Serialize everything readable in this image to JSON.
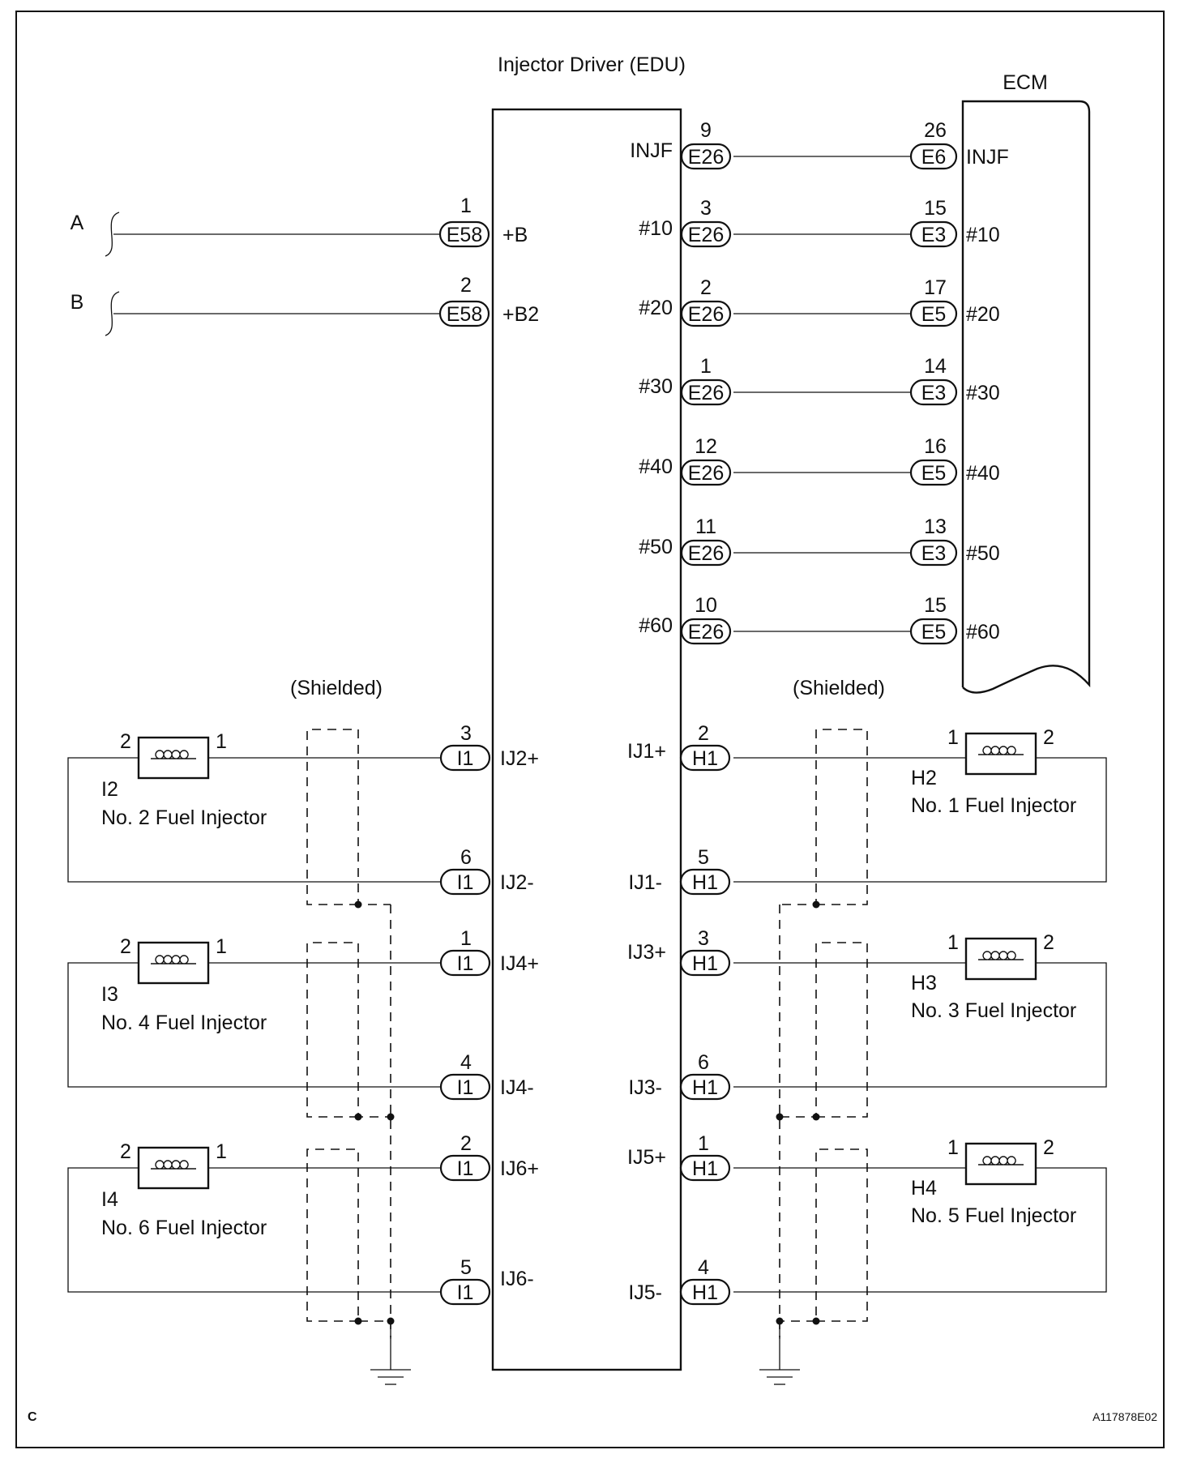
{
  "title": "Injector Driver (EDU)",
  "ecm_label": "ECM",
  "figure_id": "A117878E02",
  "corner_letter": "C",
  "shield_labels": [
    "(Shielded)",
    "(Shielded)"
  ],
  "sources": [
    {
      "name": "A",
      "pin": "1",
      "connector": "E58",
      "terminal": "+B"
    },
    {
      "name": "B",
      "pin": "2",
      "connector": "E58",
      "terminal": "+B2"
    }
  ],
  "edu_ecm_links": [
    {
      "edu_terminal": "INJF",
      "edu_pin": "9",
      "edu_connector": "E26",
      "ecm_pin": "26",
      "ecm_connector": "E6",
      "ecm_terminal": "INJF"
    },
    {
      "edu_terminal": "#10",
      "edu_pin": "3",
      "edu_connector": "E26",
      "ecm_pin": "15",
      "ecm_connector": "E3",
      "ecm_terminal": "#10"
    },
    {
      "edu_terminal": "#20",
      "edu_pin": "2",
      "edu_connector": "E26",
      "ecm_pin": "17",
      "ecm_connector": "E5",
      "ecm_terminal": "#20"
    },
    {
      "edu_terminal": "#30",
      "edu_pin": "1",
      "edu_connector": "E26",
      "ecm_pin": "14",
      "ecm_connector": "E3",
      "ecm_terminal": "#30"
    },
    {
      "edu_terminal": "#40",
      "edu_pin": "12",
      "edu_connector": "E26",
      "ecm_pin": "16",
      "ecm_connector": "E5",
      "ecm_terminal": "#40"
    },
    {
      "edu_terminal": "#50",
      "edu_pin": "11",
      "edu_connector": "E26",
      "ecm_pin": "13",
      "ecm_connector": "E3",
      "ecm_terminal": "#50"
    },
    {
      "edu_terminal": "#60",
      "edu_pin": "10",
      "edu_connector": "E26",
      "ecm_pin": "15",
      "ecm_connector": "E5",
      "ecm_terminal": "#60"
    }
  ],
  "left_injectors": [
    {
      "code": "I2",
      "name": "No. 2 Fuel Injector",
      "coil_pin_outer": "2",
      "coil_pin_inner": "1",
      "plus": {
        "terminal": "IJ2+",
        "pin": "3",
        "connector": "I1"
      },
      "minus": {
        "terminal": "IJ2-",
        "pin": "6",
        "connector": "I1"
      }
    },
    {
      "code": "I3",
      "name": "No. 4 Fuel Injector",
      "coil_pin_outer": "2",
      "coil_pin_inner": "1",
      "plus": {
        "terminal": "IJ4+",
        "pin": "1",
        "connector": "I1"
      },
      "minus": {
        "terminal": "IJ4-",
        "pin": "4",
        "connector": "I1"
      }
    },
    {
      "code": "I4",
      "name": "No. 6 Fuel Injector",
      "coil_pin_outer": "2",
      "coil_pin_inner": "1",
      "plus": {
        "terminal": "IJ6+",
        "pin": "2",
        "connector": "I1"
      },
      "minus": {
        "terminal": "IJ6-",
        "pin": "5",
        "connector": "I1"
      }
    }
  ],
  "right_injectors": [
    {
      "code": "H2",
      "name": "No. 1 Fuel Injector",
      "coil_pin_inner": "1",
      "coil_pin_outer": "2",
      "plus": {
        "terminal": "IJ1+",
        "pin": "2",
        "connector": "H1"
      },
      "minus": {
        "terminal": "IJ1-",
        "pin": "5",
        "connector": "H1"
      }
    },
    {
      "code": "H3",
      "name": "No. 3 Fuel Injector",
      "coil_pin_inner": "1",
      "coil_pin_outer": "2",
      "plus": {
        "terminal": "IJ3+",
        "pin": "3",
        "connector": "H1"
      },
      "minus": {
        "terminal": "IJ3-",
        "pin": "6",
        "connector": "H1"
      }
    },
    {
      "code": "H4",
      "name": "No. 5 Fuel Injector",
      "coil_pin_inner": "1",
      "coil_pin_outer": "2",
      "plus": {
        "terminal": "IJ5+",
        "pin": "1",
        "connector": "H1"
      },
      "minus": {
        "terminal": "IJ5-",
        "pin": "4",
        "connector": "H1"
      }
    }
  ]
}
